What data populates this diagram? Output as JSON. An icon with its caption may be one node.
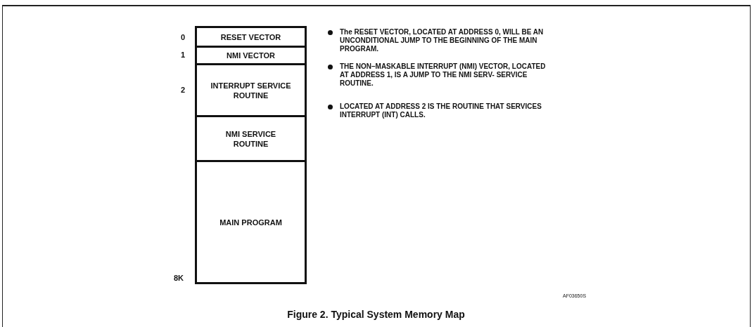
{
  "diagram": {
    "caption": "Figure 2. Typical System Memory Map",
    "nodes": [
      {
        "text": [
          "RESET VECTOR"
        ]
      },
      {
        "text": [
          "NMI VECTOR"
        ]
      },
      {
        "text": [
          "INTERRUPT SERVICE ROUTINE"
        ]
      },
      {
        "text": [
          "NMI SERVICE ROUTINE"
        ]
      },
      {
        "text": [
          "MAIN PROGRAM"
        ]
      }
    ],
    "labels": [
      "0",
      "1",
      "2",
      "8K",
      "The RESET VECTOR, LOCATED AT ADDRESS 0, WILL BE AN UNCONDITIONAL JUMP TO THE BEGINNING OF THE MAIN PROGRAM.",
      "THE NON–MASKABLE INTERRUPT (NMI) VECTOR, LOCATED AT ADDRESS 1, IS A JUMP TO THE NMI SERV- SERVICE ROUTINE.",
      "LOCATED AT ADDRESS 2 IS THE ROUTINE THAT SERVICES INTERRUPT (INT) CALLS.",
      "AF03650S"
    ]
  }
}
